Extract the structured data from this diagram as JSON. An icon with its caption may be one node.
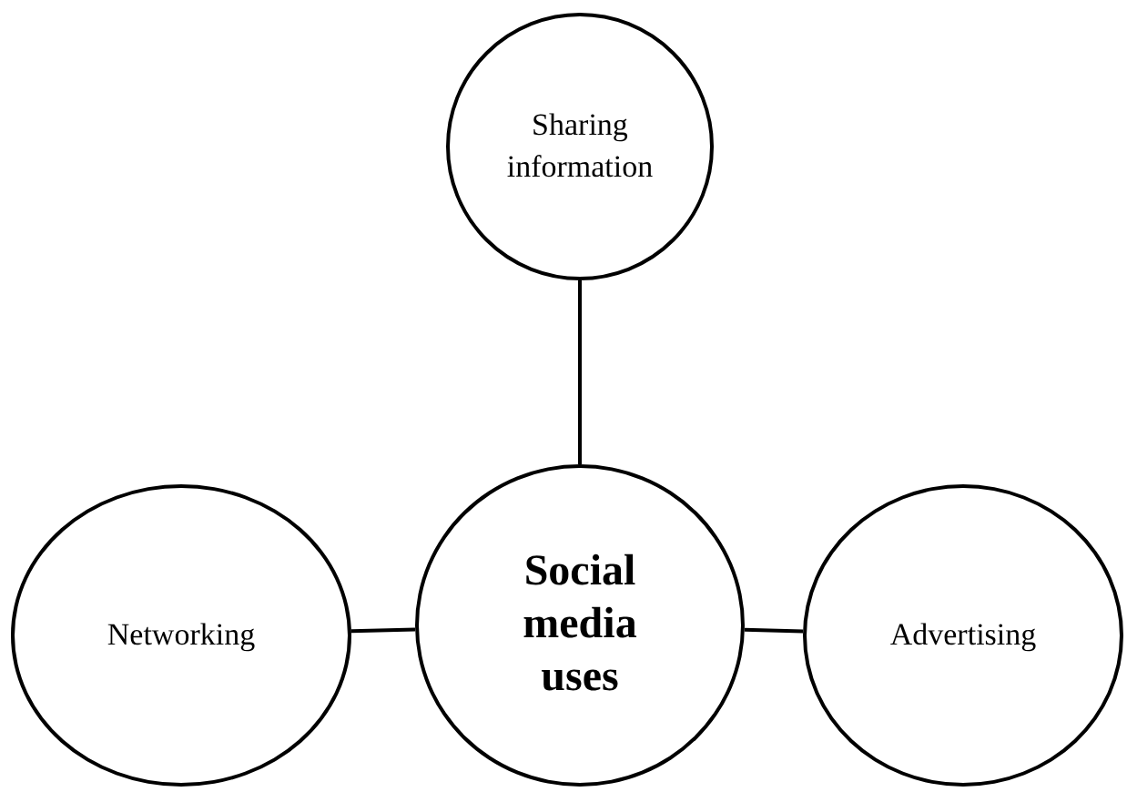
{
  "diagram": {
    "nodes": [
      {
        "text": [
          "Sharing information"
        ]
      },
      {
        "text": [
          "Networking"
        ]
      },
      {
        "text": [
          "Social media uses"
        ]
      },
      {
        "text": [
          "Advertising"
        ]
      }
    ],
    "edges": [
      {
        "from": 2,
        "to": 0,
        "arrow": "none"
      },
      {
        "from": 1,
        "to": 2,
        "arrow": "none"
      },
      {
        "from": 2,
        "to": 3,
        "arrow": "none"
      }
    ]
  }
}
